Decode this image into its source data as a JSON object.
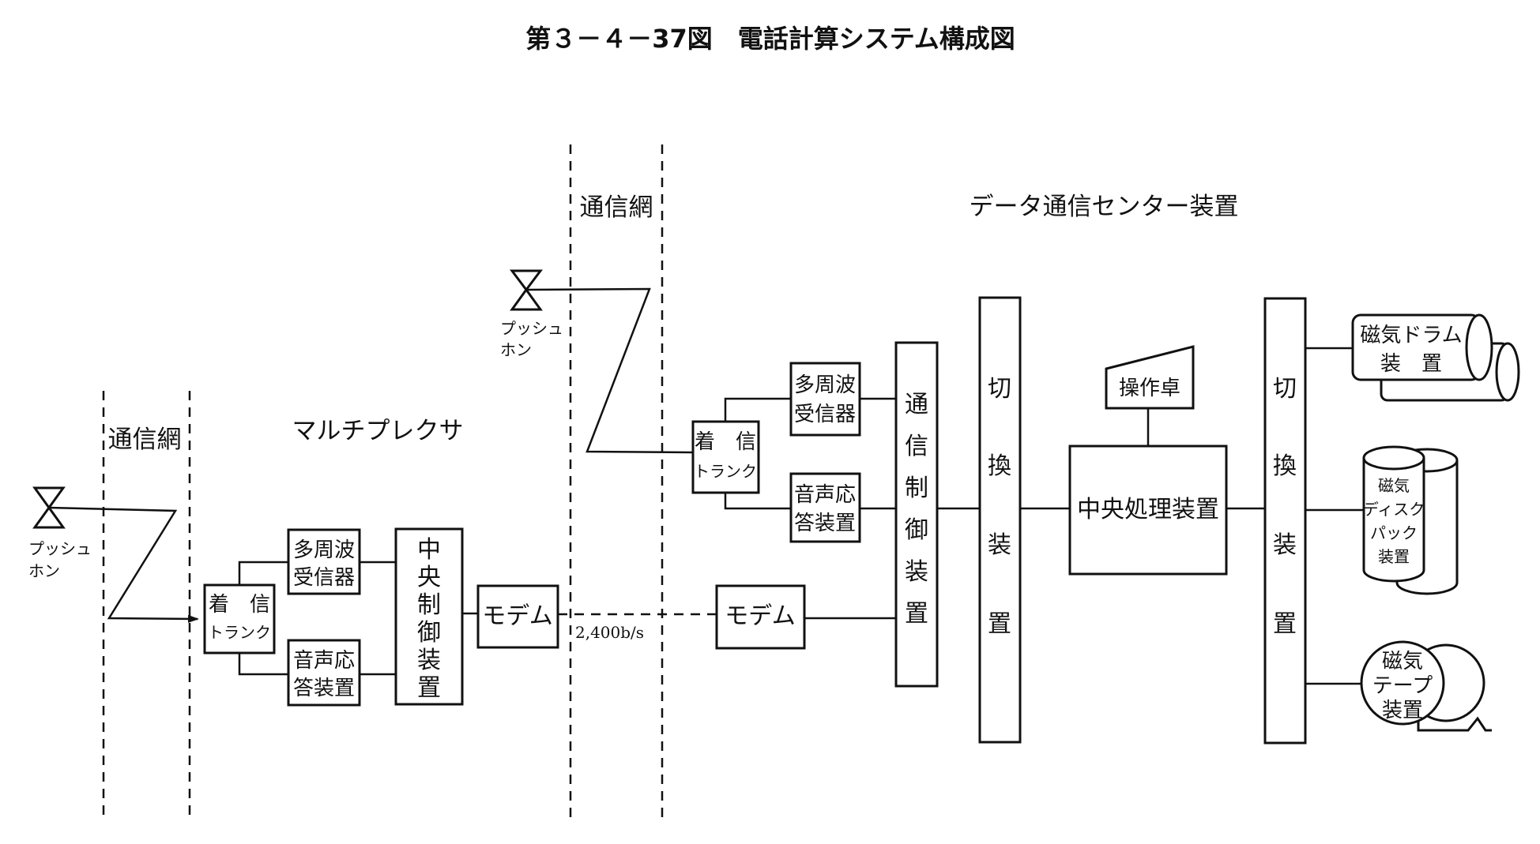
{
  "title": "第３－４－37図　電話計算システム構成図",
  "sections": {
    "network_left": "通信網",
    "network_right": "通信網",
    "multiplexer": "マルチプレクサ",
    "data_center": "データ通信センター装置"
  },
  "pushphone": [
    "プッシュ",
    "ホン"
  ],
  "boxes": {
    "incoming_trunk": [
      "着　信",
      "トランク"
    ],
    "multi_freq_receiver": [
      "多周波",
      "受信器"
    ],
    "voice_response": [
      "音声応",
      "答装置"
    ],
    "central_control": [
      "中",
      "央",
      "制",
      "御",
      "装",
      "置"
    ],
    "modem": "モデム",
    "comm_control": [
      "通",
      "信",
      "制",
      "御",
      "装",
      "置"
    ],
    "switch_device": [
      "切",
      "換",
      "装",
      "置"
    ],
    "cpu": "中央処理装置",
    "console": "操作卓",
    "drum": [
      "磁気ドラム",
      "装　置"
    ],
    "disk": [
      "磁気",
      "ディスク",
      "パック",
      "装置"
    ],
    "tape": [
      "磁気",
      "テープ",
      "装置"
    ]
  },
  "line_speed": "2,400b/s"
}
